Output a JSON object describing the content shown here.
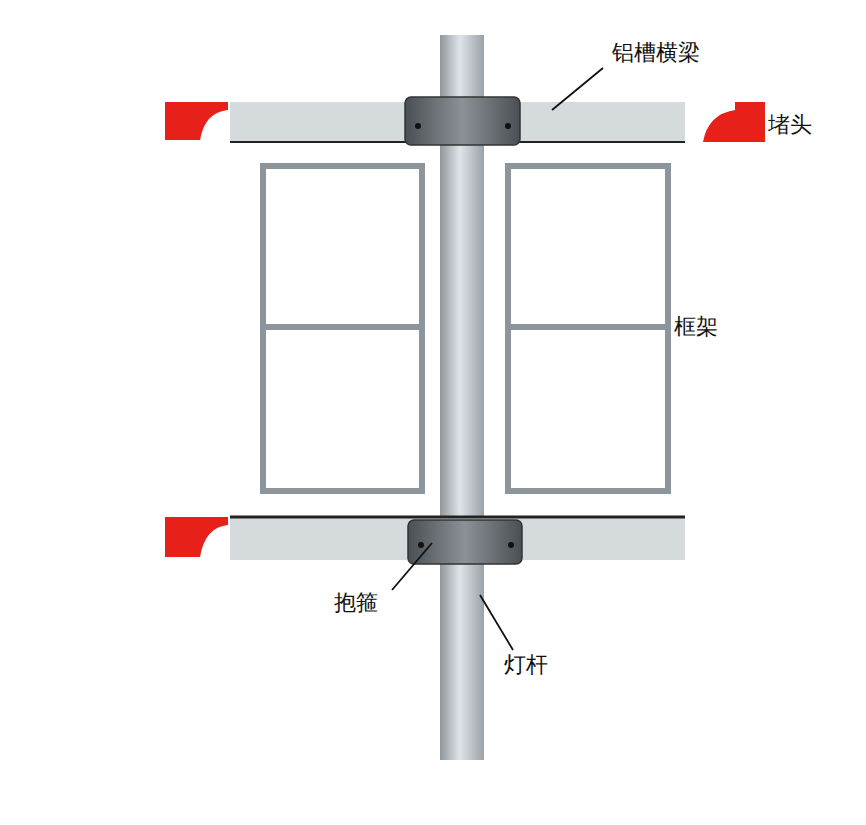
{
  "diagram": {
    "labels": [
      "铝槽横梁",
      "堵头",
      "框架",
      "抱箍",
      "灯杆"
    ]
  }
}
